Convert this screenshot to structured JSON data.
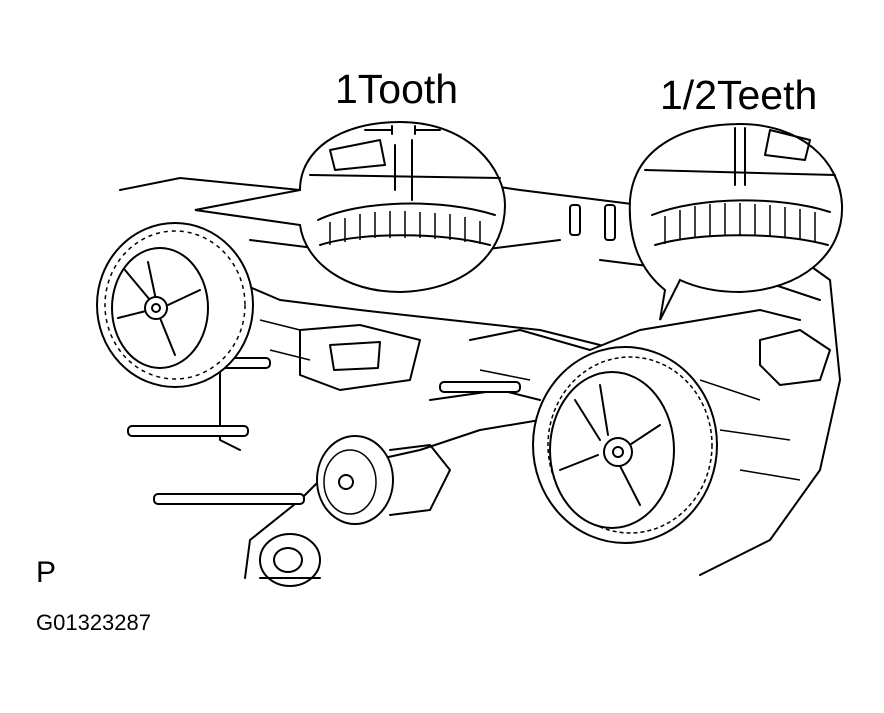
{
  "figure": {
    "callout_left_label": "1Tooth",
    "callout_right_label": "1/2Teeth",
    "view_marker": "P",
    "figure_code": "G01323287"
  },
  "icons": {
    "left_pulley": "camshaft-timing-pulley",
    "right_pulley": "camshaft-timing-pulley",
    "water_pump": "water-pump",
    "idler": "idler-pulley"
  },
  "colors": {
    "ink": "#000000",
    "paper": "#ffffff"
  }
}
